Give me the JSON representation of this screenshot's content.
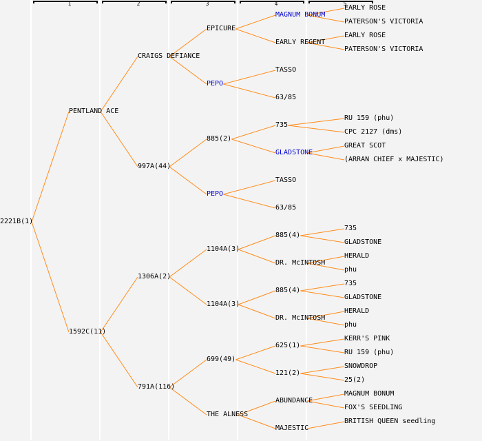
{
  "title": "Pedigree tree of 2221B(1)",
  "colors": {
    "edge": "#ff8c1a",
    "highlight_text": "#0000cc",
    "text": "#000000",
    "background": "#f3f3f3"
  },
  "generations": [
    "1",
    "2",
    "3",
    "4",
    "5"
  ],
  "tree": {
    "label": "2221B(1)",
    "children": [
      {
        "label": "PENTLAND ACE",
        "children": [
          {
            "label": "CRAIGS DEFIANCE",
            "children": [
              {
                "label": "EPICURE",
                "children": [
                  {
                    "label": "MAGNUM BONUM",
                    "highlight": true,
                    "children": [
                      {
                        "label": "EARLY ROSE"
                      },
                      {
                        "label": "PATERSON'S VICTORIA"
                      }
                    ]
                  },
                  {
                    "label": "EARLY REGENT",
                    "children": [
                      {
                        "label": "EARLY ROSE"
                      },
                      {
                        "label": "PATERSON'S VICTORIA"
                      }
                    ]
                  }
                ]
              },
              {
                "label": "PEPO",
                "highlight": true,
                "children": [
                  {
                    "label": "TASSO"
                  },
                  {
                    "label": "63/85"
                  }
                ]
              }
            ]
          },
          {
            "label": "997A(44)",
            "children": [
              {
                "label": "885(2)",
                "children": [
                  {
                    "label": "735",
                    "children": [
                      {
                        "label": "RU 159 (phu)"
                      },
                      {
                        "label": "CPC 2127 (dms)"
                      }
                    ]
                  },
                  {
                    "label": "GLADSTONE",
                    "highlight": true,
                    "children": [
                      {
                        "label": "GREAT SCOT"
                      },
                      {
                        "label": "(ARRAN CHIEF x MAJESTIC)"
                      }
                    ]
                  }
                ]
              },
              {
                "label": "PEPO",
                "highlight": true,
                "children": [
                  {
                    "label": "TASSO"
                  },
                  {
                    "label": "63/85"
                  }
                ]
              }
            ]
          }
        ]
      },
      {
        "label": "1592C(11)",
        "children": [
          {
            "label": "1306A(2)",
            "children": [
              {
                "label": "1104A(3)",
                "children": [
                  {
                    "label": "885(4)",
                    "children": [
                      {
                        "label": "735"
                      },
                      {
                        "label": "GLADSTONE"
                      }
                    ]
                  },
                  {
                    "label": "DR. McINTOSH",
                    "children": [
                      {
                        "label": "HERALD"
                      },
                      {
                        "label": "phu"
                      }
                    ]
                  }
                ]
              },
              {
                "label": "1104A(3)",
                "children": [
                  {
                    "label": "885(4)",
                    "children": [
                      {
                        "label": "735"
                      },
                      {
                        "label": "GLADSTONE"
                      }
                    ]
                  },
                  {
                    "label": "DR. McINTOSH",
                    "children": [
                      {
                        "label": "HERALD"
                      },
                      {
                        "label": "phu"
                      }
                    ]
                  }
                ]
              }
            ]
          },
          {
            "label": "791A(116)",
            "children": [
              {
                "label": "699(49)",
                "children": [
                  {
                    "label": "625(1)",
                    "children": [
                      {
                        "label": "KERR'S PINK"
                      },
                      {
                        "label": "RU 159 (phu)"
                      }
                    ]
                  },
                  {
                    "label": "121(2)",
                    "children": [
                      {
                        "label": "SNOWDROP"
                      },
                      {
                        "label": "25(2)"
                      }
                    ]
                  }
                ]
              },
              {
                "label": "THE ALNESS",
                "children": [
                  {
                    "label": "ABUNDANCE",
                    "children": [
                      {
                        "label": "MAGNUM BONUM"
                      },
                      {
                        "label": "FOX'S SEEDLING"
                      }
                    ]
                  },
                  {
                    "label": "MAJESTIC",
                    "children": [
                      {
                        "label": "BRITISH QUEEN seedling"
                      }
                    ]
                  }
                ]
              }
            ]
          }
        ]
      }
    ]
  }
}
